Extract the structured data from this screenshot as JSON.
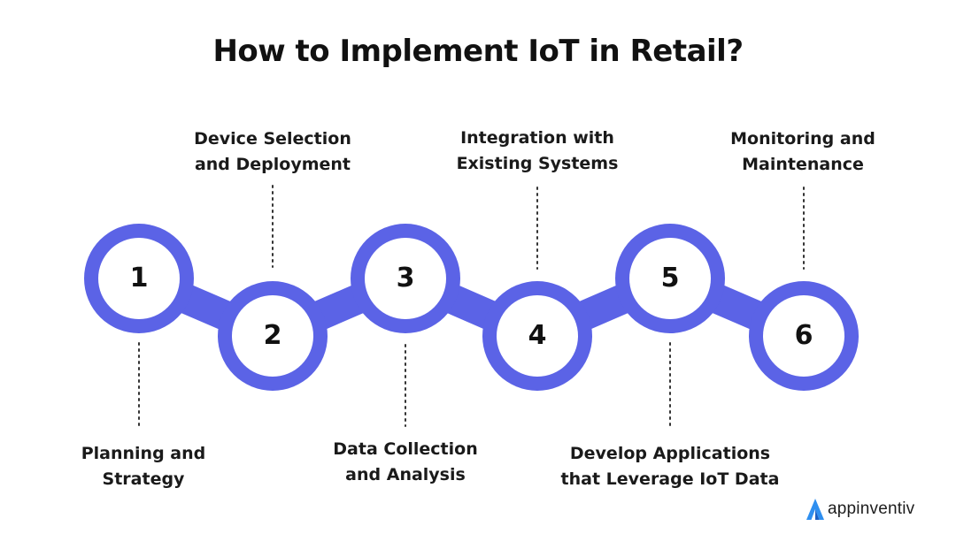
{
  "title": "How to Implement IoT in Retail?",
  "colors": {
    "ring": "#5b63e6",
    "ring_inner": "#ffffff",
    "text": "#111111",
    "logo_blue": "#2f8ff0"
  },
  "steps": [
    {
      "number": "1",
      "label_line1": "Planning and",
      "label_line2": "Strategy"
    },
    {
      "number": "2",
      "label_line1": "Device Selection",
      "label_line2": "and Deployment"
    },
    {
      "number": "3",
      "label_line1": "Data Collection",
      "label_line2": "and Analysis"
    },
    {
      "number": "4",
      "label_line1": "Integration with",
      "label_line2": "Existing Systems"
    },
    {
      "number": "5",
      "label_line1": "Develop Applications",
      "label_line2": "that Leverage IoT Data"
    },
    {
      "number": "6",
      "label_line1": "Monitoring and",
      "label_line2": "Maintenance"
    }
  ],
  "brand": {
    "name": "appinventiv",
    "icon": "appinventiv-logo-icon"
  }
}
